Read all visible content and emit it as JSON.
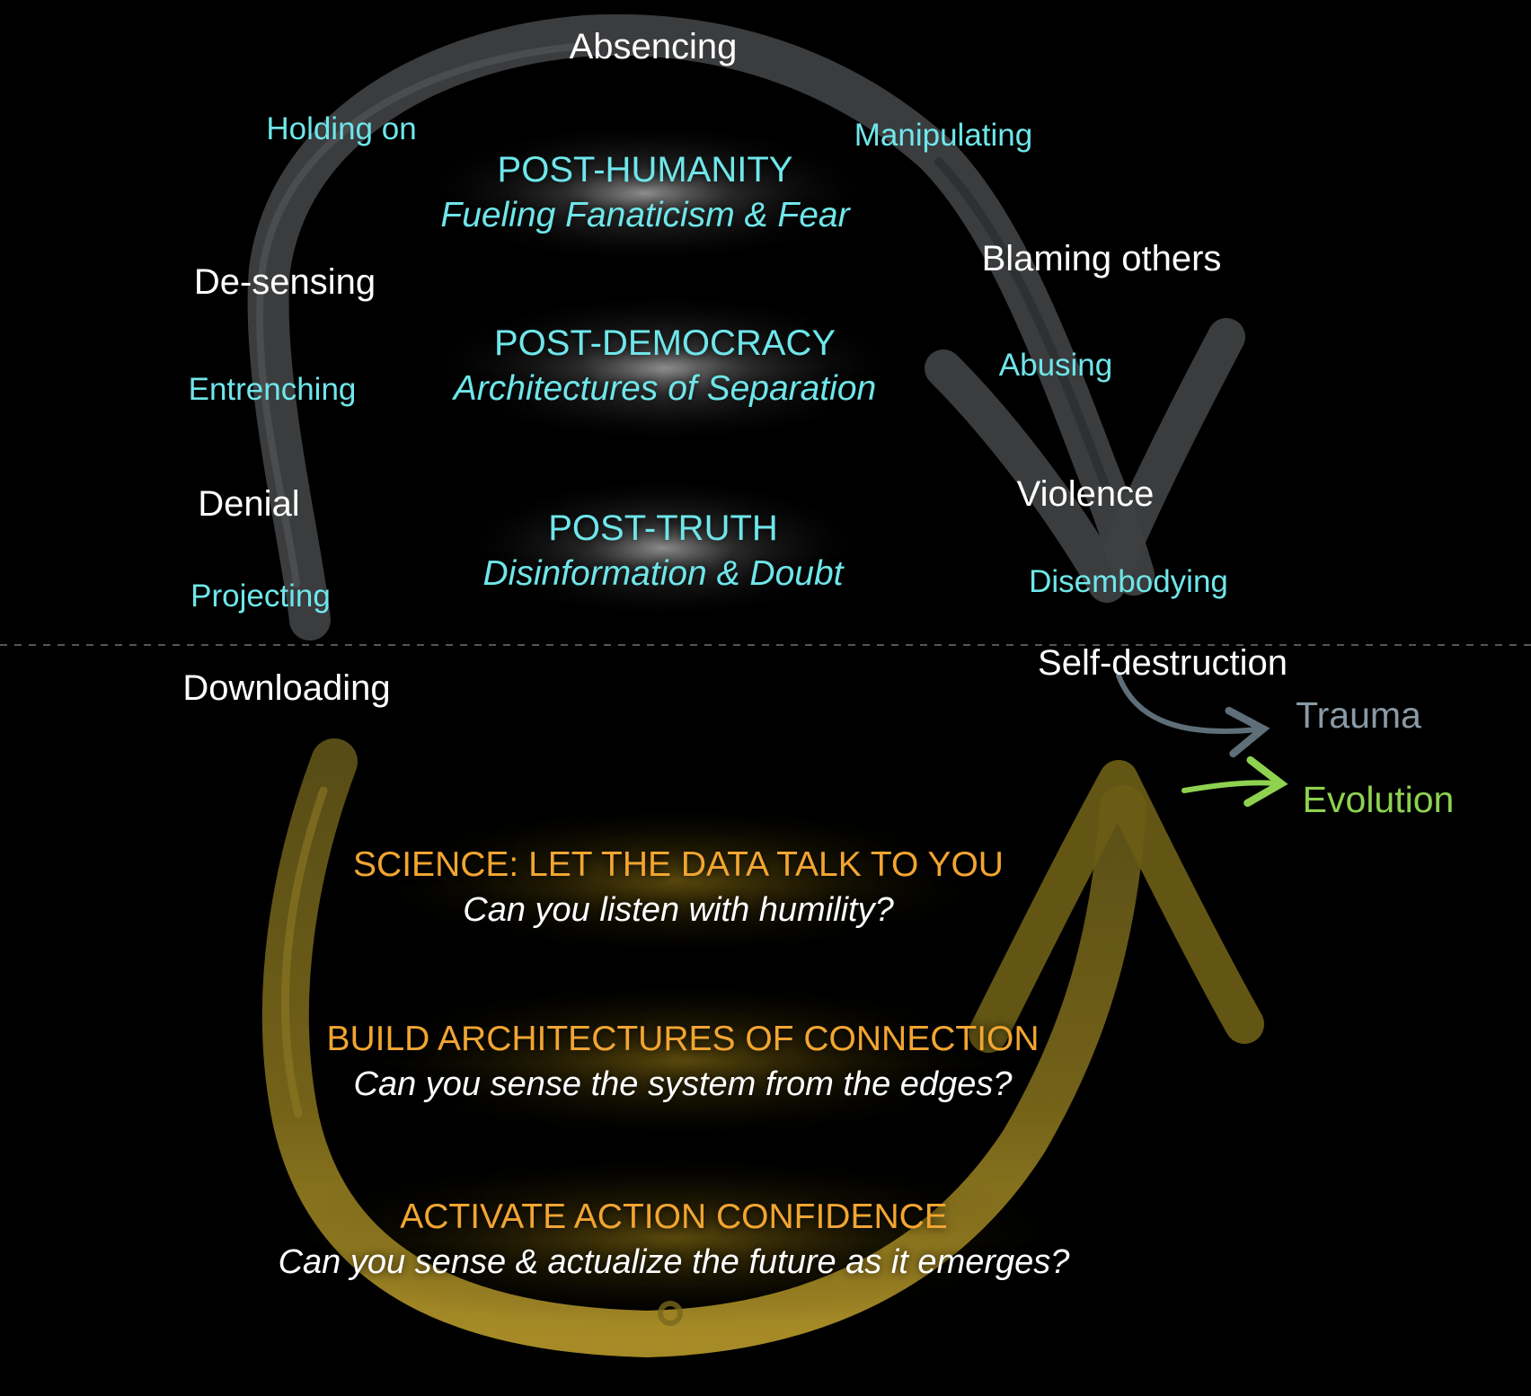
{
  "colors": {
    "background": "#000000",
    "descent_arc": "#3d3f41",
    "ascent_arc": "#6b5d16",
    "upper_text": "#6fe6ea",
    "lower_heading": "#f2a531",
    "trauma": "#8a9aa6",
    "evolution": "#8ed24f"
  },
  "left_labels": {
    "holding_on": "Holding on",
    "de_sensing": "De-sensing",
    "entrenching": "Entrenching",
    "denial": "Denial",
    "projecting": "Projecting",
    "downloading": "Downloading"
  },
  "top_label": "Absencing",
  "right_labels": {
    "manipulating": "Manipulating",
    "blaming_others": "Blaming others",
    "abusing": "Abusing",
    "violence": "Violence",
    "disembodying": "Disembodying",
    "self_destruction": "Self-destruction"
  },
  "outcomes": {
    "trauma": "Trauma",
    "evolution": "Evolution"
  },
  "upper_blocks": [
    {
      "heading": "POST-HUMANITY",
      "subtitle": "Fueling Fanaticism & Fear"
    },
    {
      "heading": "POST-DEMOCRACY",
      "subtitle": "Architectures of Separation"
    },
    {
      "heading": "POST-TRUTH",
      "subtitle": "Disinformation & Doubt"
    }
  ],
  "lower_blocks": [
    {
      "heading": "SCIENCE: LET THE DATA TALK TO YOU",
      "subtitle": "Can you listen with humility?"
    },
    {
      "heading": "BUILD ARCHITECTURES OF CONNECTION",
      "subtitle": "Can you sense the system from the edges?"
    },
    {
      "heading": "ACTIVATE ACTION CONFIDENCE",
      "subtitle": "Can you sense & actualize the future as it emerges?"
    }
  ]
}
